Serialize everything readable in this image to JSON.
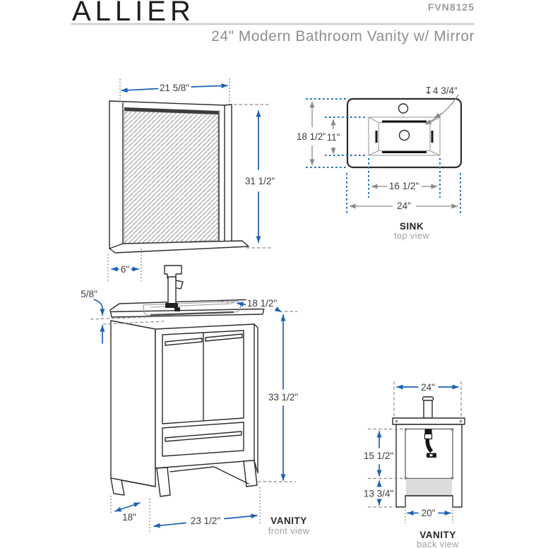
{
  "header": {
    "brand": "ALLIER",
    "model": "FVN8125",
    "subtitle": "24\" Modern Bathroom Vanity w/ Mirror"
  },
  "colors": {
    "dimension_blue": "#1a61b4",
    "extension_blue": "#1e6cbe",
    "line_gray": "#8a8a8a",
    "drawing_black": "#2b2b2b",
    "text_dark": "#3d3d3d",
    "label_gray": "#9c9c9c"
  },
  "views": {
    "mirror": {
      "dims": {
        "width": "21 5/8\"",
        "height": "31 1/2\"",
        "depth": "6\""
      }
    },
    "sink": {
      "title": "SINK",
      "view_label": "top view",
      "dims": {
        "overall_depth": "18 1/2\"",
        "basin_depth": "11\"",
        "basin_width": "16 1/2\"",
        "overall_width": "24\"",
        "bowl_depth_symbol": "↧",
        "bowl_depth": "4 3/4\""
      }
    },
    "vanity_front": {
      "title": "VANITY",
      "view_label": "front view",
      "dims": {
        "counter_thickness": "5/8\"",
        "counter_depth": "18 1/2\"",
        "height": "33 1/2\"",
        "floor_depth": "18\"",
        "width": "23 1/2\""
      }
    },
    "vanity_back": {
      "title": "VANITY",
      "view_label": "back view",
      "dims": {
        "width": "24\"",
        "upper_height": "15 1/2\"",
        "lower_height": "13 3/4\"",
        "inner_width": "20\""
      }
    }
  }
}
